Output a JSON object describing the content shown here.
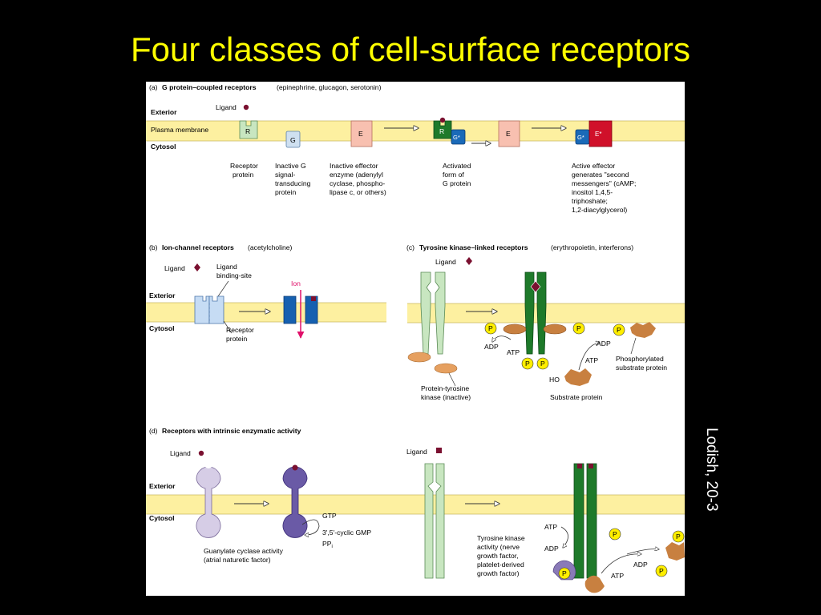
{
  "slide": {
    "title": "Four classes of cell-surface receptors",
    "credit": "Lodish, 20-3"
  },
  "colors": {
    "background": "#000000",
    "title": "#ffff00",
    "membrane": "#fdf0a0",
    "receptor_light": "#c8e6c0",
    "receptor_dark": "#1e7a2a",
    "g_protein_inactive": "#cfe0f0",
    "g_protein_active": "#1a6ab8",
    "effector_inactive": "#f8c0b0",
    "effector_active": "#d0102a",
    "channel_closed": "#c6dcf4",
    "channel_open": "#1660b0",
    "ligand": "#7a1030",
    "ion_arrow": "#e0106a",
    "kinase": "#e6a060",
    "phosphate": "#ffee00",
    "substrate": "#c88040",
    "guanylate_light": "#d6cde6",
    "guanylate_dark": "#6a5aa6"
  },
  "panel_a": {
    "letter": "(a)",
    "title": "G protein–coupled receptors",
    "subtitle": "(epinephrine, glucagon, serotonin)",
    "exterior": "Exterior",
    "membrane": "Plasma membrane",
    "cytosol": "Cytosol",
    "ligand": "Ligand",
    "r": "R",
    "g": "G",
    "e": "E",
    "g_star": "G*",
    "e_star": "E*",
    "label_receptor": [
      "Receptor",
      "protein"
    ],
    "label_g": [
      "Inactive G",
      "signal-",
      "transducing",
      "protein"
    ],
    "label_effector": [
      "Inactive effector",
      "enzyme (adenylyl",
      "cyclase, phospho-",
      "lipase c, or others)"
    ],
    "label_activated": [
      "Activated",
      "form of",
      "G protein"
    ],
    "label_active_effector": [
      "Active effector",
      "generates \"second",
      "messengers\" (cAMP;",
      "inositol 1,4,5-",
      "triphoshate;",
      "1,2-diacylglycerol)"
    ]
  },
  "panel_b": {
    "letter": "(b)",
    "title": "Ion-channel receptors",
    "subtitle": "(acetylcholine)",
    "ligand": "Ligand",
    "binding_site": [
      "Ligand",
      "binding-site"
    ],
    "exterior": "Exterior",
    "cytosol": "Cytosol",
    "ion": "Ion",
    "receptor": [
      "Receptor",
      "protein"
    ]
  },
  "panel_c": {
    "letter": "(c)",
    "title": "Tyrosine kinase–linked receptors",
    "subtitle": "(erythropoietin, interferons)",
    "ligand": "Ligand",
    "p": "P",
    "adp": "ADP",
    "atp": "ATP",
    "ho": "HO",
    "kinase": [
      "Protein-tyrosine",
      "kinase (inactive)"
    ],
    "substrate": "Substrate protein",
    "phospho_substrate": [
      "Phosphorylated",
      "substrate protein"
    ]
  },
  "panel_d": {
    "letter": "(d)",
    "title": "Receptors with intrinsic enzymatic activity",
    "ligand": "Ligand",
    "ligand_right": "Ligand",
    "exterior": "Exterior",
    "cytosol": "Cytosol",
    "gtp": "GTP",
    "cgmp": "3',5'-cyclic GMP",
    "ppi": "PP",
    "ppi_sub": "i",
    "guanylate": [
      "Guanylate cyclase activity",
      "(atrial naturetic factor)"
    ],
    "tyrosine": [
      "Tyrosine kinase",
      "activity (nerve",
      "growth factor,",
      "platelet-derived",
      "growth factor)"
    ],
    "atp": "ATP",
    "adp": "ADP",
    "p": "P"
  }
}
